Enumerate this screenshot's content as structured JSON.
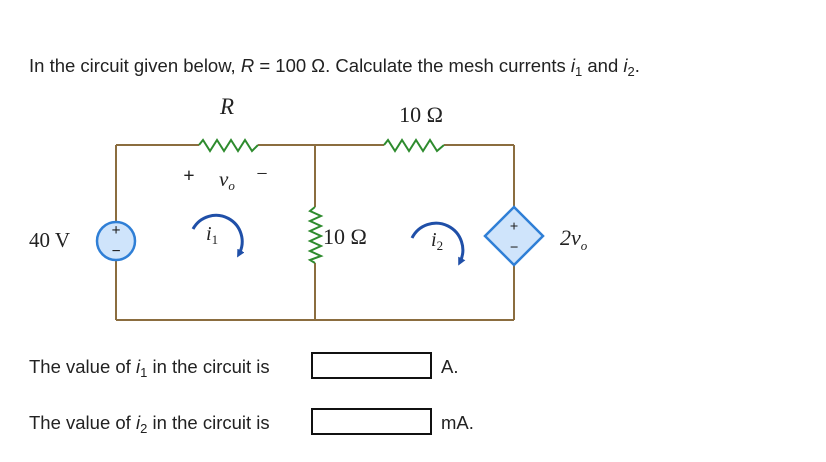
{
  "problem": {
    "prefix": "In the circuit given below, ",
    "r_symbol": "R",
    "equals_value": " = 100 Ω. Calculate the mesh currents ",
    "i_symbol": "i",
    "sub_1": "1",
    "and_text": " and ",
    "sub_2": "2",
    "period": "."
  },
  "circuit": {
    "label_r": "R",
    "label_10ohm_top": "10 Ω",
    "label_plus": "+",
    "label_vo": "v",
    "label_vo_sub": "o",
    "label_minus": "−",
    "label_40v": "40 V",
    "source_plus": "+",
    "source_minus": "−",
    "label_i1": "i",
    "label_i1_sub": "1",
    "label_10ohm_mid": "10 Ω",
    "label_i2": "i",
    "label_i2_sub": "2",
    "dep_plus": "+",
    "dep_minus": "−",
    "label_dep": "2v",
    "label_dep_sub": "o",
    "colors": {
      "wire": "#8b6d3f",
      "resistor": "#2e8b2e",
      "source": "#2f7fd6",
      "source_fill": "#cfe4fb",
      "arrow": "#1f4fa8"
    }
  },
  "answers": [
    {
      "prefix": "The value of ",
      "var": "i",
      "sub": "1",
      "suffix": " in the circuit is",
      "value": "",
      "unit": "A."
    },
    {
      "prefix": "The value of ",
      "var": "i",
      "sub": "2",
      "suffix": " in the circuit is",
      "value": "",
      "unit": "mA."
    }
  ]
}
